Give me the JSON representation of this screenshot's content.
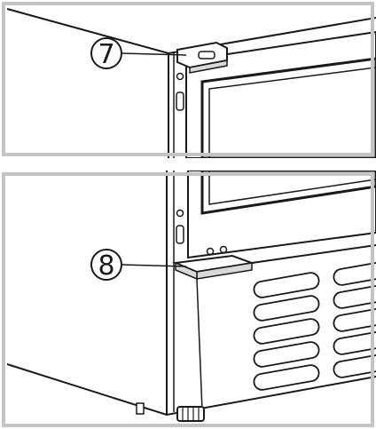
{
  "figure": {
    "panels": [
      {
        "callout": "7",
        "part": "upper-hinge-bracket"
      },
      {
        "callout": "8",
        "part": "lower-hinge-bracket"
      }
    ],
    "colors": {
      "frame": "#c4c4c4",
      "line": "#1a1a1a",
      "fill": "#ffffff",
      "shade": "#d9d9d9"
    }
  }
}
